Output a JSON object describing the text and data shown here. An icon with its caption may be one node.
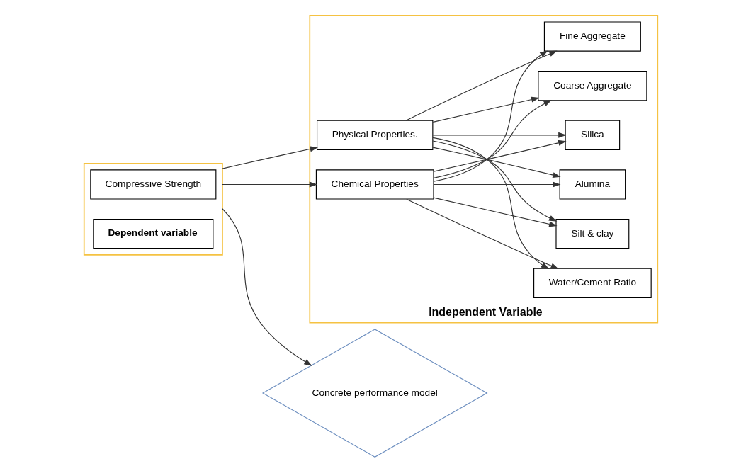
{
  "diagram": {
    "nodes": [
      {
        "text": [],
        "shape": "box"
      },
      {
        "text": [
          "Compressive Strength"
        ],
        "in": 0
      },
      {
        "text": [
          "Dependent variable"
        ],
        "in": 0
      },
      {
        "text": [
          "Independent Variable"
        ]
      },
      {
        "text": [
          "Physical Properties."
        ],
        "in": 3
      },
      {
        "text": [
          "Chemical Properties"
        ],
        "in": 3
      },
      {
        "text": [
          "Coarse Aggregate"
        ],
        "in": 3
      },
      {
        "text": [
          "Fine Aggregate"
        ],
        "in": 3
      },
      {
        "text": [
          "Water/Cement Ratio"
        ],
        "in": 3
      },
      {
        "text": [
          "Silt & clay"
        ],
        "in": 3
      },
      {
        "text": [
          "Alumina"
        ],
        "in": 3
      },
      {
        "text": [
          "Silica"
        ],
        "in": 3
      },
      {
        "text": [
          "Concrete performance model"
        ]
      }
    ],
    "edges": [
      {
        "from": 0,
        "to": 12,
        "arrow": "to"
      },
      {
        "from": 0,
        "to": 4,
        "arrow": "to"
      },
      {
        "from": 0,
        "to": 5,
        "arrow": "to"
      },
      {
        "from": 4,
        "to": 6,
        "arrow": "to"
      },
      {
        "from": 4,
        "to": 7,
        "arrow": "to"
      },
      {
        "from": 4,
        "to": 8,
        "arrow": "to"
      },
      {
        "from": 4,
        "to": 9,
        "arrow": "to"
      },
      {
        "from": 4,
        "to": 10,
        "arrow": "to"
      },
      {
        "from": 4,
        "to": 11,
        "arrow": "to"
      },
      {
        "from": 5,
        "to": 6,
        "arrow": "to"
      },
      {
        "from": 5,
        "to": 7,
        "arrow": "to"
      },
      {
        "from": 5,
        "to": 8,
        "arrow": "to"
      },
      {
        "from": 5,
        "to": 9,
        "arrow": "to"
      },
      {
        "from": 5,
        "to": 10,
        "arrow": "to"
      },
      {
        "from": 5,
        "to": 11,
        "arrow": "to"
      }
    ]
  }
}
